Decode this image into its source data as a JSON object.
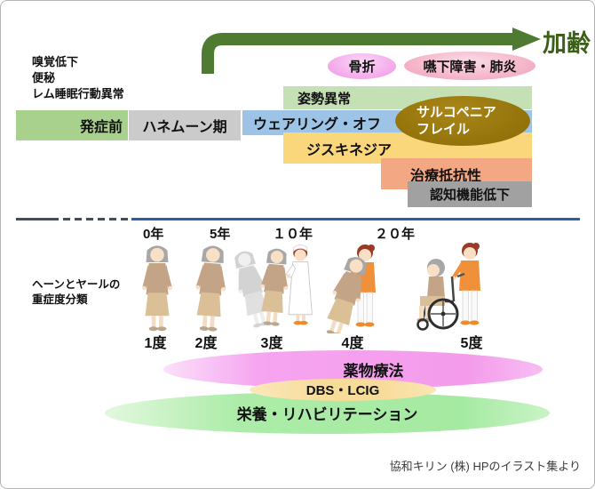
{
  "header": {
    "aging_label": "加齢",
    "prodromal_line1": "嗅覚低下",
    "prodromal_line2": "便秘",
    "prodromal_line3": "レム睡眠行動異常"
  },
  "complications": {
    "fracture": "骨折",
    "dysphagia": "嚥下障害・肺炎",
    "sarcopenia_line1": "サルコペニア",
    "sarcopenia_line2": "フレイル"
  },
  "phases": {
    "posture": "姿勢異常",
    "preonset": "発症前",
    "honeymoon": "ハネムーン期",
    "wearing_off": "ウェアリング・オフ",
    "dyskinesia": "ジスキネジア",
    "treatment_resistance": "治療抵抗性",
    "cognitive_decline": "認知機能低下"
  },
  "timeline": {
    "years": [
      "0年",
      "5年",
      "１０年",
      "２０年"
    ]
  },
  "hoehn_yahr": {
    "label_line1": "ヘーンとヤールの",
    "label_line2": "重症度分類",
    "stages": [
      "1度",
      "2度",
      "3度",
      "4度",
      "5度"
    ]
  },
  "therapies": {
    "drug": "薬物療法",
    "dbs": "DBS・LCIG",
    "rehab": "栄養・リハビリテーション"
  },
  "footer": {
    "attribution": "協和キリン (株) HPのイラスト集より"
  },
  "colors": {
    "arrow_green": "#4E7A31",
    "aging_text_green": "#3D6018",
    "preonset_bar": "#A9D18E",
    "honeymoon_bar": "#CBCBCB",
    "wearing_off_bar": "#9DC3E6",
    "posture_bar": "#C5E0B4",
    "dyskinesia_bar": "#FBD77C",
    "treatment_bar": "#F4A783",
    "cognitive_bar": "#A1A1A1",
    "sarcopenia_oval": "#93730A",
    "fracture_oval": "#F2A6EA",
    "dysphagia_oval": "#F3AEC4",
    "divider_dark": "#3F4E63",
    "divider_blue": "#2F5BA7",
    "drug_oval_pink": "#F49BEC",
    "dbs_oval_yellow": "#F7DB99",
    "rehab_oval_green": "#A5EAA2"
  }
}
